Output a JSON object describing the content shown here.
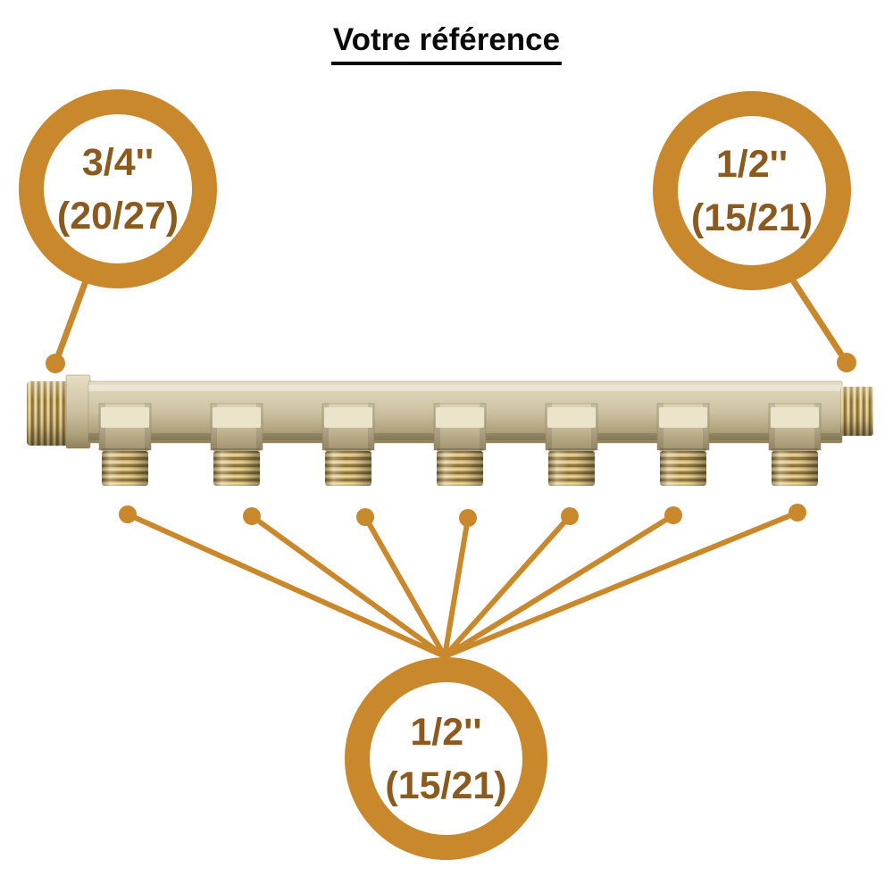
{
  "title": "Votre référence",
  "product": {
    "kind": "brass-manifold",
    "outlet_count": 7
  },
  "badges": {
    "inlet": {
      "size_label": "3/4''",
      "dn_label": "(20/27)"
    },
    "end_outlet": {
      "size_label": "1/2''",
      "dn_label": "(15/21)"
    },
    "bottom_outlets": {
      "size_label": "1/2''",
      "dn_label": "(15/21)"
    }
  },
  "colors": {
    "accent": "#C9882C",
    "badge_text": "#8B5A1E",
    "title_text": "#0A0A0A"
  }
}
